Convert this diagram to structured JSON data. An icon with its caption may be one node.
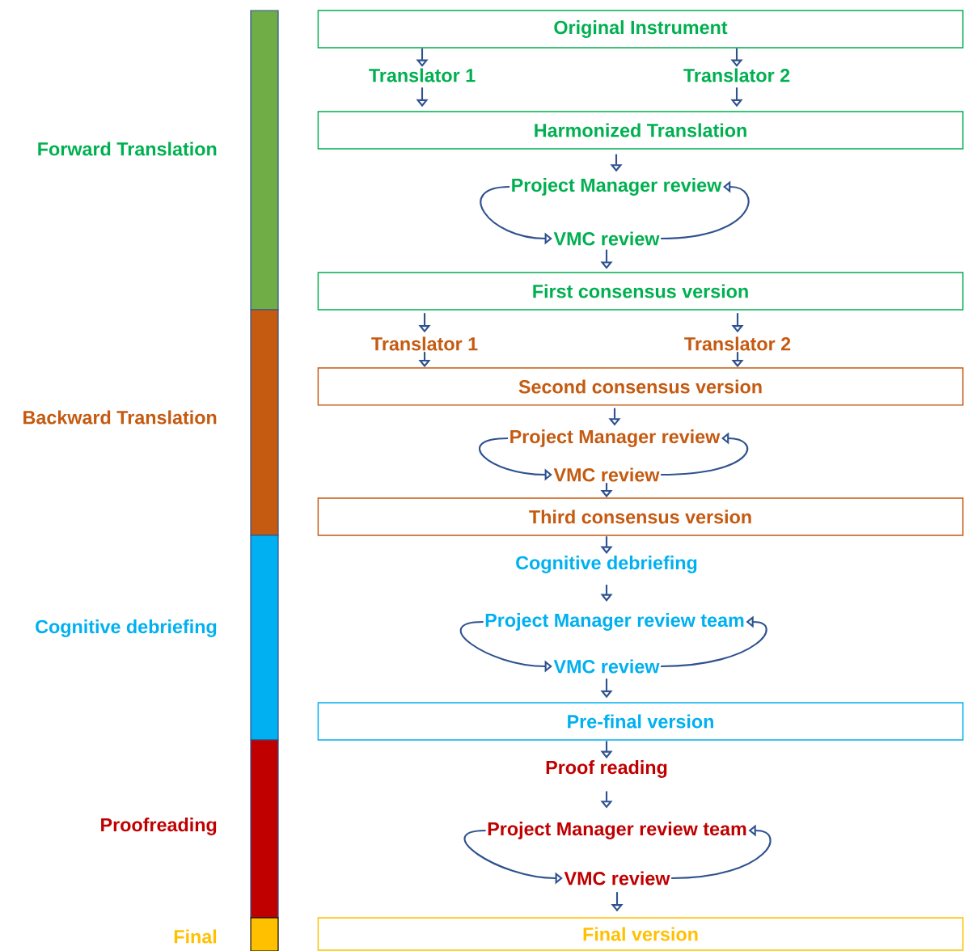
{
  "diagram": {
    "nodes": [
      {
        "text": [
          "Original Instrument"
        ]
      },
      {
        "text": [
          "Translator 1"
        ]
      },
      {
        "text": [
          "Translator 2"
        ]
      },
      {
        "text": [
          "Harmonized Translation"
        ]
      },
      {
        "text": [
          "Project Manager review"
        ]
      },
      {
        "text": [
          "VMC review"
        ]
      },
      {
        "text": [
          "First consensus version"
        ]
      },
      {
        "text": [
          "Translator 1"
        ]
      },
      {
        "text": [
          "Translator 2"
        ]
      },
      {
        "text": [
          "Second consensus version"
        ]
      },
      {
        "text": [
          "Project Manager review"
        ]
      },
      {
        "text": [
          "VMC review"
        ]
      },
      {
        "text": [
          "Third consensus version"
        ]
      },
      {
        "text": [
          "Cognitive debriefing"
        ]
      },
      {
        "text": [
          "Project Manager review team"
        ]
      },
      {
        "text": [
          "VMC review"
        ]
      },
      {
        "text": [
          "Pre-final version"
        ]
      },
      {
        "text": [
          "Proof reading"
        ]
      },
      {
        "text": [
          "Project Manager review team"
        ]
      },
      {
        "text": [
          "VMC review"
        ]
      },
      {
        "text": [
          "Final version"
        ]
      }
    ],
    "edges": [
      {
        "from": 0,
        "to": 1,
        "arrow": "to"
      },
      {
        "from": 0,
        "to": 2,
        "arrow": "to"
      },
      {
        "from": 1,
        "to": 3,
        "arrow": "to"
      },
      {
        "from": 2,
        "to": 3,
        "arrow": "to"
      },
      {
        "from": 3,
        "to": 4,
        "arrow": "to"
      },
      {
        "from": 4,
        "to": 5,
        "arrow": "to"
      },
      {
        "from": 5,
        "to": 4,
        "arrow": "to"
      },
      {
        "from": 5,
        "to": 6,
        "arrow": "to"
      },
      {
        "from": 6,
        "to": 7,
        "arrow": "to"
      },
      {
        "from": 6,
        "to": 8,
        "arrow": "to"
      },
      {
        "from": 7,
        "to": 9,
        "arrow": "to"
      },
      {
        "from": 8,
        "to": 9,
        "arrow": "to"
      },
      {
        "from": 9,
        "to": 10,
        "arrow": "to"
      },
      {
        "from": 10,
        "to": 11,
        "arrow": "to"
      },
      {
        "from": 11,
        "to": 10,
        "arrow": "to"
      },
      {
        "from": 11,
        "to": 12,
        "arrow": "to"
      },
      {
        "from": 12,
        "to": 13,
        "arrow": "to"
      },
      {
        "from": 13,
        "to": 14,
        "arrow": "to"
      },
      {
        "from": 14,
        "to": 15,
        "arrow": "to"
      },
      {
        "from": 15,
        "to": 14,
        "arrow": "to"
      },
      {
        "from": 15,
        "to": 16,
        "arrow": "to"
      },
      {
        "from": 16,
        "to": 17,
        "arrow": "to"
      },
      {
        "from": 17,
        "to": 18,
        "arrow": "to"
      },
      {
        "from": 18,
        "to": 19,
        "arrow": "to"
      },
      {
        "from": 19,
        "to": 18,
        "arrow": "to"
      },
      {
        "from": 19,
        "to": 20,
        "arrow": "to"
      }
    ],
    "legend": [
      {
        "text": "Forward Translation",
        "color": "#70ad47"
      },
      {
        "text": "Backward Translation",
        "color": "#c55a11"
      },
      {
        "text": "Cognitive debriefing",
        "color": "#00b0f0"
      },
      {
        "text": "Proofreading",
        "color": "#c00000"
      },
      {
        "text": "Final",
        "color": "#ffc000"
      }
    ]
  }
}
